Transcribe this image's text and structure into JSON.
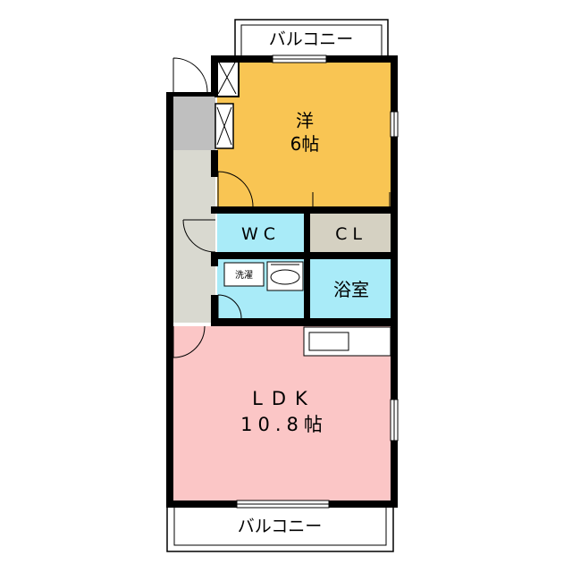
{
  "floorplan": {
    "balcony_top": "バルコニー",
    "balcony_bottom": "バルコニー",
    "western_room": {
      "name": "洋",
      "size": "6帖"
    },
    "wc": "WC",
    "closet": "CL",
    "laundry": "洗濯",
    "bathroom": "浴室",
    "ldk": {
      "name": "LDK",
      "size": "10.8帖"
    }
  },
  "colors": {
    "western_room": "#f9c553",
    "wet_area": "#a9ebf8",
    "closet": "#d5d1c2",
    "ldk": "#fbc6c6",
    "hall": "#d9d9d0",
    "entrance": "#bfbfbf",
    "wall": "#000000"
  }
}
